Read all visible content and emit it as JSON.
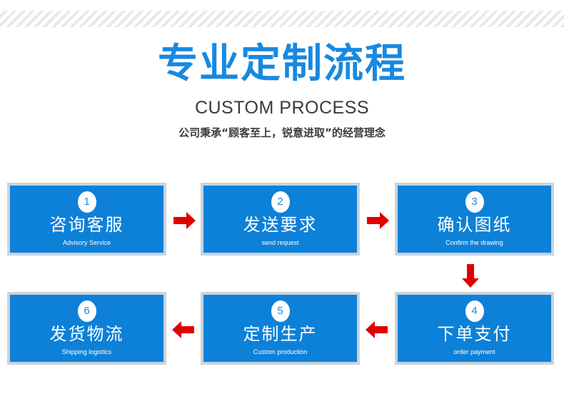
{
  "decor": {
    "stripe_band": "diagonal-stripe-band"
  },
  "header": {
    "main_title": "专业定制流程",
    "sub_title": "CUSTOM PROCESS",
    "tagline": "公司秉承“顾客至上，锐意进取”的经营理念"
  },
  "colors": {
    "brand_blue": "#0d81d8",
    "title_blue": "#1789e0",
    "arrow_red": "#e00000",
    "box_frame": "#c9d3dc",
    "stripe": "#e7e9eb"
  },
  "steps": [
    {
      "number": "1",
      "cn": "咨询客服",
      "en": "Advisory Service"
    },
    {
      "number": "2",
      "cn": "发送要求",
      "en": "send request"
    },
    {
      "number": "3",
      "cn": "确认图纸",
      "en": "Confirm the drawing"
    },
    {
      "number": "4",
      "cn": "下单支付",
      "en": "order payment"
    },
    {
      "number": "5",
      "cn": "定制生产",
      "en": "Custom production"
    },
    {
      "number": "6",
      "cn": "发货物流",
      "en": "Shipping logistics"
    }
  ],
  "arrows": [
    {
      "id": "arrow-1-2",
      "direction": "right"
    },
    {
      "id": "arrow-2-3",
      "direction": "right"
    },
    {
      "id": "arrow-3-4",
      "direction": "down"
    },
    {
      "id": "arrow-4-5",
      "direction": "left"
    },
    {
      "id": "arrow-5-6",
      "direction": "left"
    }
  ]
}
